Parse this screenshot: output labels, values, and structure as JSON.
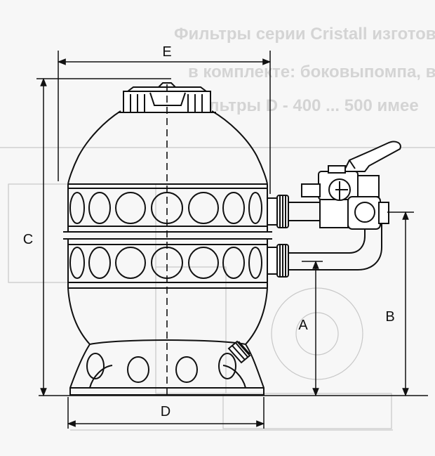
{
  "bleed_through": {
    "line1": "Фильтры серии Cristall изготов",
    "line2": "в комплекте: боковыпомпа, в",
    "line3": "Фильтры D - 400 ... 500 имее"
  },
  "dimensions": {
    "A": "A",
    "B": "B",
    "C": "C",
    "D": "D",
    "E": "E"
  },
  "colors": {
    "ink": "#111111",
    "paper": "#f7f7f7",
    "ghost": "#c8c8c8"
  }
}
